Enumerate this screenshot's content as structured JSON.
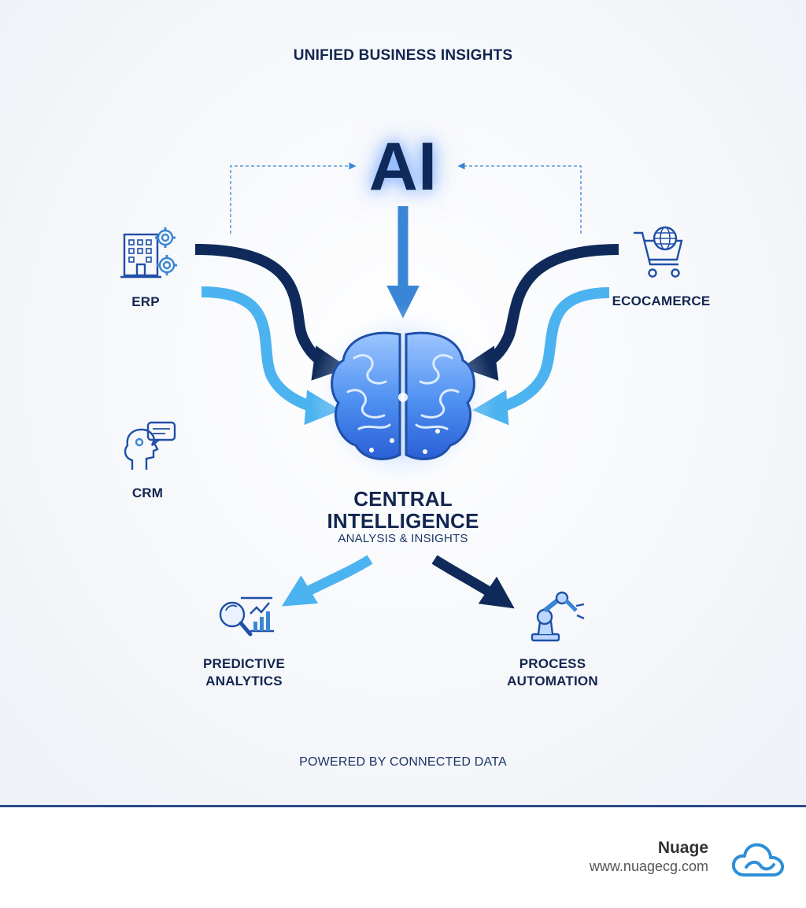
{
  "header": {
    "title": "UNIFIED BUSINESS INSIGHTS"
  },
  "hub": {
    "ai_label": "AI",
    "central_line1": "CENTRAL",
    "central_line2": "INTELLIGENCE",
    "subtitle": "ANALYSIS & INSIGHTS"
  },
  "sources": [
    {
      "label": "ERP",
      "icon": "building-gears-icon"
    },
    {
      "label": "ECOCAMERCE",
      "icon": "shopping-cart-globe-icon"
    },
    {
      "label": "CRM",
      "icon": "head-chat-icon"
    }
  ],
  "outputs": [
    {
      "line1": "PREDICTIVE",
      "line2": "ANALYTICS",
      "icon": "magnifier-chart-icon"
    },
    {
      "line1": "PROCESS",
      "line2": "AUTOMATION",
      "icon": "robot-arm-icon"
    }
  ],
  "footer_note": "POWERED BY CONNECTED DATA",
  "brand": {
    "name": "Nuage",
    "url": "www.nuagecg.com",
    "logo": "cloud-logo-icon"
  },
  "colors": {
    "navy": "#0f2a5a",
    "light_blue": "#4bb3ef",
    "mid_blue": "#3a86d6",
    "brain_blue": "#3f7de6",
    "footer_line": "#2d4a8a"
  }
}
